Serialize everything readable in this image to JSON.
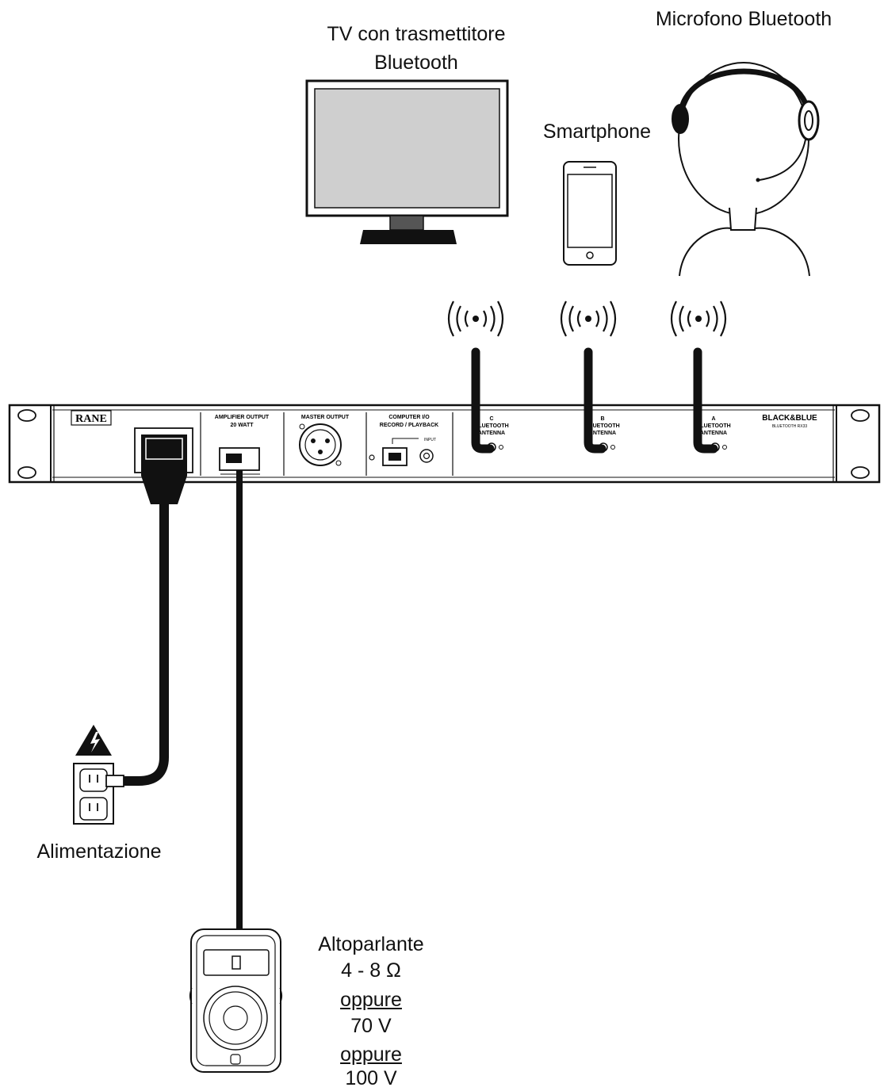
{
  "labels": {
    "tv_line1": "TV con trasmettitore",
    "tv_line2": "Bluetooth",
    "smartphone": "Smartphone",
    "microphone": "Microfono Bluetooth",
    "power": "Alimentazione",
    "speaker_title": "Altoparlante",
    "speaker_impedance": "4 - 8 Ω",
    "or_1": "oppure",
    "speaker_70v": "70 V",
    "or_2": "oppure",
    "speaker_100v": "100 V"
  },
  "panel": {
    "brand": "RANE",
    "amp_output_line1": "AMPLIFIER OUTPUT",
    "amp_output_line2": "20 WATT",
    "master_output": "MASTER OUTPUT",
    "computer_line1": "COMPUTER I/O",
    "computer_line2": "RECORD / PLAYBACK",
    "input": "INPUT",
    "antenna_c": "C",
    "antenna_b": "B",
    "antenna_a": "A",
    "bluetooth": "BLUETOOTH",
    "antenna_word": "ANTENNA",
    "product_line1": "BLACK&BLUE",
    "product_line2": "BLUETOOTH RX33"
  },
  "colors": {
    "line": "#111111",
    "screen": "#cfcfcf",
    "panel": "#ffffff"
  },
  "icons": [
    "tv-icon",
    "smartphone-icon",
    "headset-person-icon",
    "bluetooth-signal-icon",
    "power-plug-icon",
    "wall-outlet-icon",
    "warning-icon",
    "speaker-icon"
  ]
}
